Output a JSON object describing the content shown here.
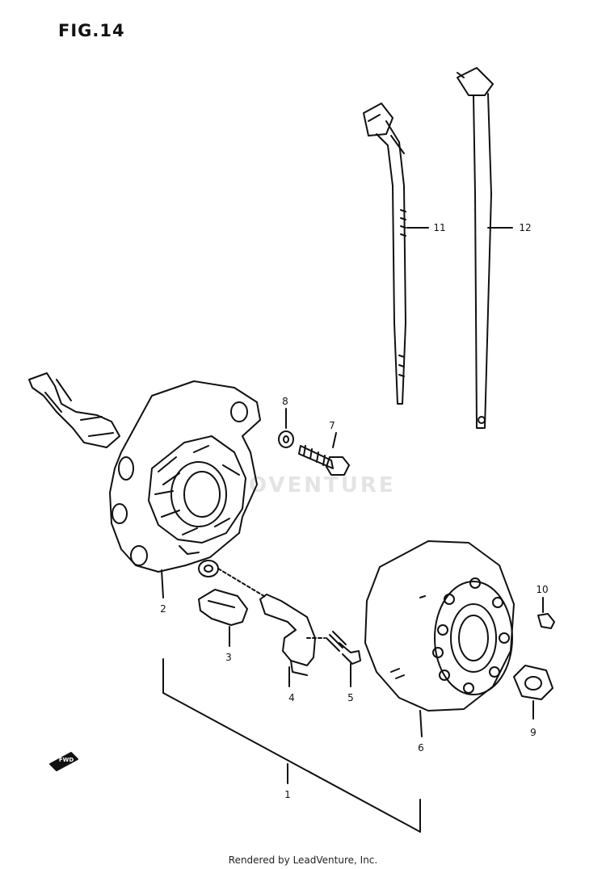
{
  "figure": {
    "title": "FIG.14"
  },
  "watermark": {
    "text": "OVENTURE"
  },
  "footer": {
    "text": "Rendered by LeadVenture, Inc."
  },
  "callouts": {
    "c1": "1",
    "c2": "2",
    "c3": "3",
    "c4": "4",
    "c5": "5",
    "c6": "6",
    "c7": "7",
    "c8": "8",
    "c9": "9",
    "c10": "10",
    "c11": "11",
    "c12": "12"
  },
  "direction_tag": {
    "text": "FWD"
  }
}
